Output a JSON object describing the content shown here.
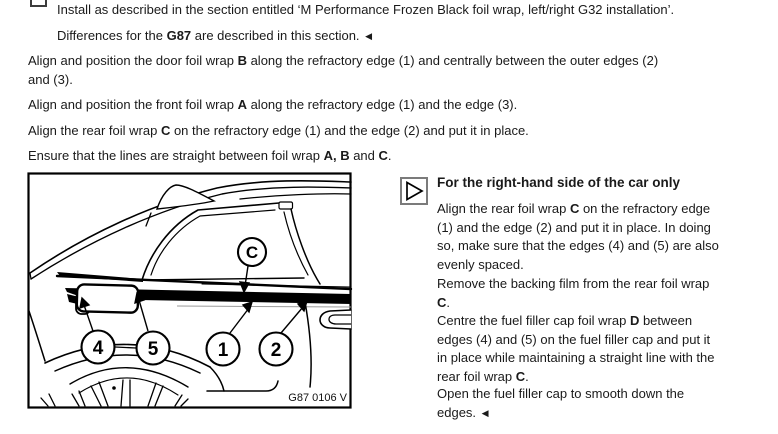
{
  "colors": {
    "text": "#1a1a1a",
    "line_art": "#000000",
    "note_icon_border": "#7b7b7b",
    "stripe_shadow": "#999999"
  },
  "intro": {
    "line1": [
      {
        "t": "Install as described in the section entitled ‘M Performance Frozen Black foil wrap, left/right G32 installation’."
      }
    ],
    "line2": [
      {
        "t": "Differences for the "
      },
      {
        "t": "G87",
        "b": true
      },
      {
        "t": " are described in this section. "
      },
      {
        "t": "◀",
        "marker": true
      }
    ]
  },
  "steps": [
    [
      {
        "t": "Align and position the door foil wrap "
      },
      {
        "t": "B",
        "b": true
      },
      {
        "t": " along the refractory edge (1) and centrally between the outer edges (2)"
      },
      {
        "br": true
      },
      {
        "t": "and (3)."
      }
    ],
    [
      {
        "t": "Align and position the front foil wrap "
      },
      {
        "t": "A",
        "b": true
      },
      {
        "t": " along the refractory edge (1) and the edge (3)."
      }
    ],
    [
      {
        "t": "Align the rear foil wrap "
      },
      {
        "t": "C",
        "b": true
      },
      {
        "t": " on the refractory edge (1) and the edge (2) and put it in place."
      }
    ],
    [
      {
        "t": "Ensure that the lines are straight between foil wrap "
      },
      {
        "t": "A,",
        "b": true
      },
      {
        "t": " "
      },
      {
        "t": "B",
        "b": true
      },
      {
        "t": " and "
      },
      {
        "t": "C",
        "b": true
      },
      {
        "t": "."
      }
    ]
  ],
  "figure": {
    "callout_c": "C",
    "callout_4": "4",
    "callout_5": "5",
    "callout_1": "1",
    "callout_2": "2",
    "caption": "G87 0106 V"
  },
  "right_note": {
    "heading": "For the right-hand side of the car only",
    "paragraphs": [
      [
        {
          "t": "Align the rear foil wrap "
        },
        {
          "t": "C",
          "b": true
        },
        {
          "t": " on the refractory edge"
        },
        {
          "br": true
        },
        {
          "t": "(1) and the edge (2) and put it in place. In doing"
        },
        {
          "br": true
        },
        {
          "t": "so, make sure that the edges (4) and (5) are also"
        },
        {
          "br": true
        },
        {
          "t": "evenly spaced."
        }
      ],
      [
        {
          "t": "Remove the backing film from the rear foil wrap"
        },
        {
          "br": true
        },
        {
          "t": "C",
          "b": true
        },
        {
          "t": "."
        }
      ],
      [
        {
          "t": "Centre the fuel filler cap foil wrap "
        },
        {
          "t": "D",
          "b": true
        },
        {
          "t": " between"
        },
        {
          "br": true
        },
        {
          "t": "edges (4) and (5) on the fuel filler cap and put it"
        },
        {
          "br": true
        },
        {
          "t": "in place while maintaining a straight line with the"
        },
        {
          "br": true
        },
        {
          "t": "rear foil wrap "
        },
        {
          "t": "C",
          "b": true
        },
        {
          "t": "."
        }
      ],
      [
        {
          "t": "Open the fuel filler cap to smooth down the"
        },
        {
          "br": true
        },
        {
          "t": "edges. "
        },
        {
          "t": "◀",
          "marker": true
        }
      ]
    ]
  }
}
